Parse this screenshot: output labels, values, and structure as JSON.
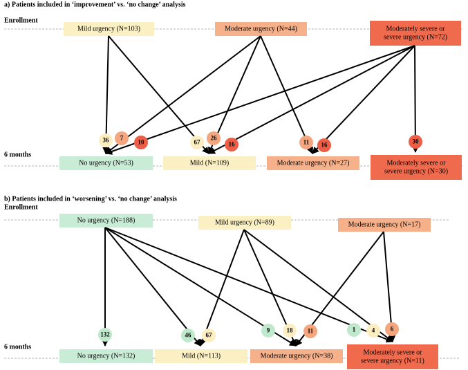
{
  "colors": {
    "none": "#c9ecd6",
    "mild": "#fbf0c3",
    "moderate": "#f6b08a",
    "severe": "#f06b4e",
    "circle_mild": "#fdeec2",
    "circle_moderate": "#f4a67e",
    "circle_severe": "#ec5e45",
    "circle_none": "#bfe8cc",
    "dash": "#9a9a9a",
    "arrow": "#000000"
  },
  "panels": [
    {
      "id": "a",
      "title": "a) Patients included in ‘improvement’ vs. ‘no change’ analysis",
      "rows": [
        {
          "label": "Enrollment",
          "boxes": [
            {
              "id": "a-e-mild",
              "level": "mild",
              "lines": [
                "Mild urgency (N=103)"
              ]
            },
            {
              "id": "a-e-mod",
              "level": "moderate",
              "lines": [
                "Moderate urgency (N=44)"
              ]
            },
            {
              "id": "a-e-sev",
              "level": "severe",
              "lines": [
                "Moderately severe or",
                "severe urgency (N=72)"
              ]
            }
          ]
        },
        {
          "label": "6 months",
          "boxes": [
            {
              "id": "a-m-none",
              "level": "none",
              "lines": [
                "No urgency (N=53)"
              ]
            },
            {
              "id": "a-m-mild",
              "level": "mild",
              "lines": [
                "Mild (N=109)"
              ]
            },
            {
              "id": "a-m-mod",
              "level": "moderate",
              "lines": [
                "Moderate urgency (N=27)"
              ]
            },
            {
              "id": "a-m-sev",
              "level": "severe",
              "lines": [
                "Moderately severe or",
                "severe urgency (N=30)"
              ]
            }
          ]
        }
      ],
      "flows": [
        {
          "from": "a-e-mild",
          "to": "a-m-none",
          "value": "36",
          "color": "circle_mild"
        },
        {
          "from": "a-e-mod",
          "to": "a-m-none",
          "value": "7",
          "color": "circle_moderate"
        },
        {
          "from": "a-e-sev",
          "to": "a-m-none",
          "value": "10",
          "color": "circle_severe"
        },
        {
          "from": "a-e-mild",
          "to": "a-m-mild",
          "value": "67",
          "color": "circle_mild"
        },
        {
          "from": "a-e-mod",
          "to": "a-m-mild",
          "value": "26",
          "color": "circle_moderate"
        },
        {
          "from": "a-e-sev",
          "to": "a-m-mild",
          "value": "16",
          "color": "circle_severe"
        },
        {
          "from": "a-e-mod",
          "to": "a-m-mod",
          "value": "11",
          "color": "circle_moderate"
        },
        {
          "from": "a-e-sev",
          "to": "a-m-mod",
          "value": "16",
          "color": "circle_severe"
        },
        {
          "from": "a-e-sev",
          "to": "a-m-sev",
          "value": "30",
          "color": "circle_severe"
        }
      ]
    },
    {
      "id": "b",
      "title": "b) Patients included in ‘worsening’ vs. ‘no change’ analysis",
      "rows": [
        {
          "label": "Enrollment",
          "boxes": [
            {
              "id": "b-e-none",
              "level": "none",
              "lines": [
                "No urgency (N=188)"
              ]
            },
            {
              "id": "b-e-mild",
              "level": "mild",
              "lines": [
                "Mild urgency (N=89)"
              ]
            },
            {
              "id": "b-e-mod",
              "level": "moderate",
              "lines": [
                "Moderate urgency (N=17)"
              ]
            }
          ]
        },
        {
          "label": "6 months",
          "boxes": [
            {
              "id": "b-m-none",
              "level": "none",
              "lines": [
                "No urgency (N=132)"
              ]
            },
            {
              "id": "b-m-mild",
              "level": "mild",
              "lines": [
                "Mild (N=113)"
              ]
            },
            {
              "id": "b-m-mod",
              "level": "moderate",
              "lines": [
                "Moderate urgency (N=38)"
              ]
            },
            {
              "id": "b-m-sev",
              "level": "severe",
              "lines": [
                "Moderately severe or",
                "severe urgency (N=11)"
              ]
            }
          ]
        }
      ],
      "flows": [
        {
          "from": "b-e-none",
          "to": "b-m-none",
          "value": "132",
          "color": "circle_none"
        },
        {
          "from": "b-e-none",
          "to": "b-m-mild",
          "value": "46",
          "color": "circle_none"
        },
        {
          "from": "b-e-mild",
          "to": "b-m-mild",
          "value": "67",
          "color": "circle_mild"
        },
        {
          "from": "b-e-none",
          "to": "b-m-mod",
          "value": "9",
          "color": "circle_none"
        },
        {
          "from": "b-e-mild",
          "to": "b-m-mod",
          "value": "18",
          "color": "circle_mild"
        },
        {
          "from": "b-e-mod",
          "to": "b-m-mod",
          "value": "11",
          "color": "circle_moderate"
        },
        {
          "from": "b-e-none",
          "to": "b-m-sev",
          "value": "1",
          "color": "circle_none"
        },
        {
          "from": "b-e-mild",
          "to": "b-m-sev",
          "value": "4",
          "color": "circle_mild"
        },
        {
          "from": "b-e-mod",
          "to": "b-m-sev",
          "value": "6",
          "color": "circle_moderate"
        }
      ]
    }
  ]
}
